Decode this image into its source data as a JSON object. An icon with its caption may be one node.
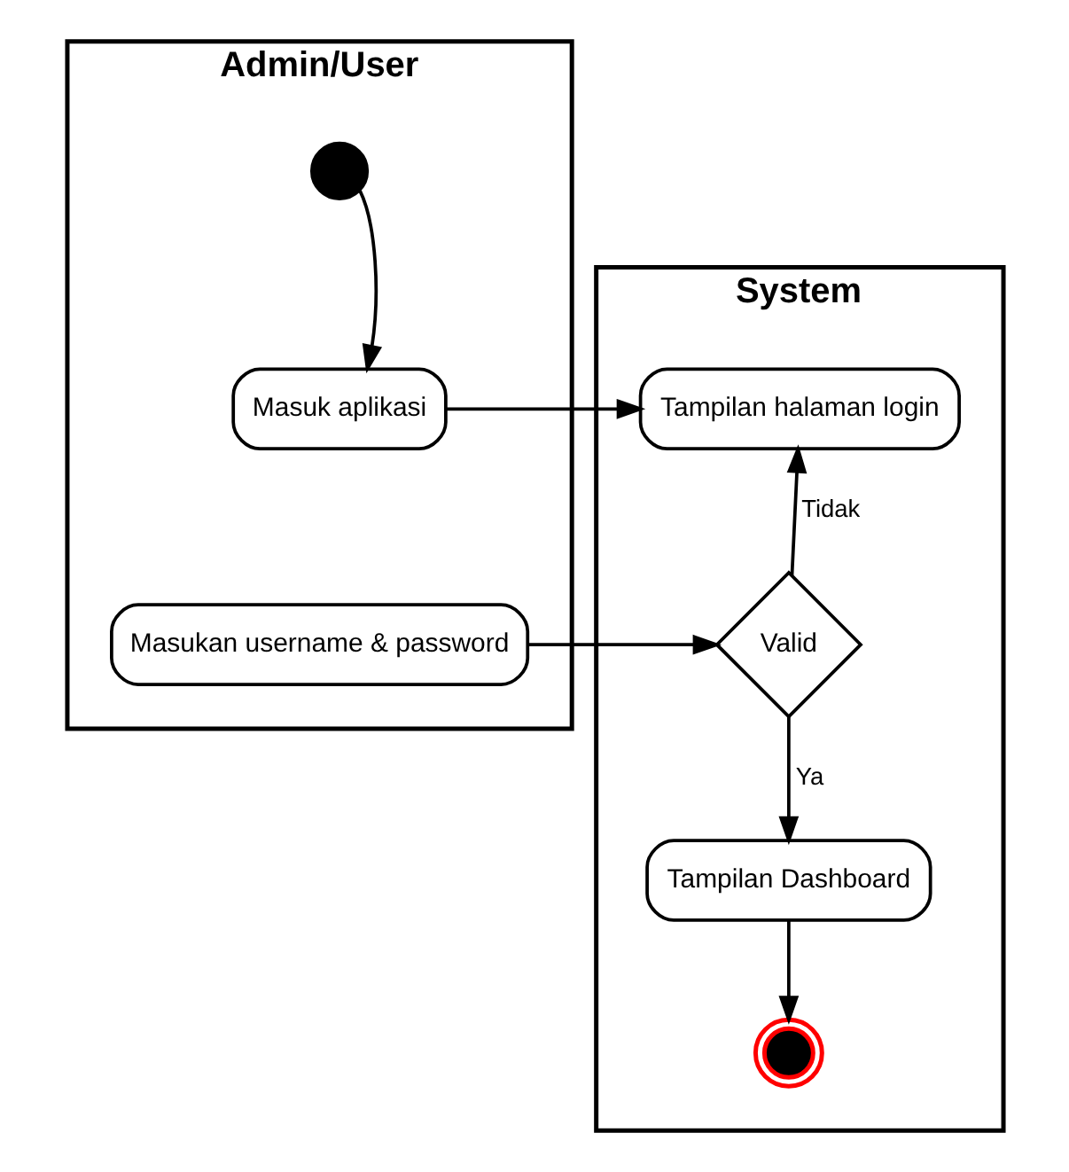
{
  "diagram": {
    "nodes": [
      {
        "text": [
          "Admin/User"
        ]
      },
      {
        "text": [
          "System"
        ]
      },
      {
        "text": [],
        "shape": "circle",
        "in": 0
      },
      {
        "text": [
          "Masuk aplikasi"
        ],
        "in": 0
      },
      {
        "text": [
          "Masukan username & password"
        ],
        "in": 0
      },
      {
        "text": [
          "Tampilan halaman login"
        ],
        "in": 1
      },
      {
        "text": [
          "Valid"
        ],
        "in": 1
      },
      {
        "text": [
          "Tampilan Dashboard"
        ],
        "in": 1
      },
      {
        "text": [],
        "shape": "circle",
        "in": 1
      }
    ],
    "edges": [
      {
        "from": 2,
        "to": 3,
        "arrow": "to"
      },
      {
        "from": 3,
        "to": 5,
        "arrow": "to"
      },
      {
        "from": 4,
        "to": 6,
        "arrow": "to"
      },
      {
        "from": 6,
        "to": 5,
        "arrow": "to",
        "label": "Tidak"
      },
      {
        "from": 6,
        "to": 7,
        "arrow": "to",
        "label": "Ya"
      },
      {
        "from": 7,
        "to": 8,
        "arrow": "to"
      }
    ]
  }
}
